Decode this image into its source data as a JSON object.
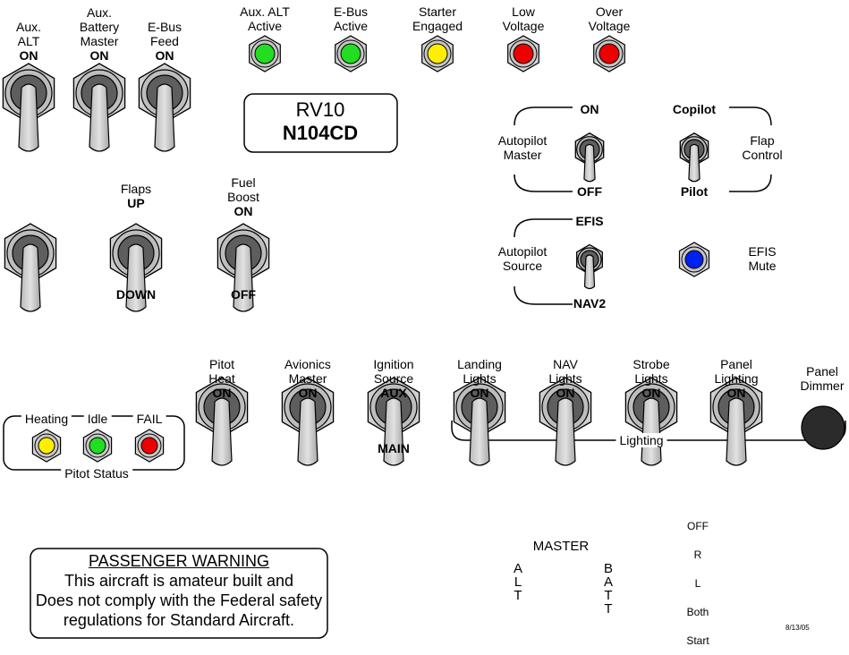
{
  "top_switches": [
    {
      "lines": [
        "Aux.",
        "ALT"
      ],
      "state": "ON"
    },
    {
      "lines": [
        "Aux.",
        "Battery",
        "Master"
      ],
      "state": "ON"
    },
    {
      "lines": [
        "E-Bus",
        "Feed"
      ],
      "state": "ON"
    }
  ],
  "indicators": [
    {
      "lines": [
        "Aux. ALT",
        "Active"
      ],
      "color": "#22dd22"
    },
    {
      "lines": [
        "E-Bus",
        "Active"
      ],
      "color": "#22dd22"
    },
    {
      "lines": [
        "Starter",
        "Engaged"
      ],
      "color": "#ffee00"
    },
    {
      "lines": [
        "Low",
        "Voltage"
      ],
      "color": "#ee0000"
    },
    {
      "lines": [
        "Over",
        "Voltage"
      ],
      "color": "#ee0000"
    }
  ],
  "placard": {
    "model": "RV10",
    "registration": "N104CD"
  },
  "flaps": {
    "lines": [
      "Flaps"
    ],
    "up": "UP",
    "down": "DOWN"
  },
  "fuel_boost": {
    "lines": [
      "Fuel",
      "Boost"
    ],
    "on": "ON",
    "off": "OFF"
  },
  "autopilot_master": {
    "lines": [
      "Autopilot",
      "Master"
    ],
    "on": "ON",
    "off": "OFF"
  },
  "flap_control": {
    "lines": [
      "Flap",
      "Control"
    ],
    "up": "Copilot",
    "down": "Pilot"
  },
  "autopilot_source": {
    "lines": [
      "Autopilot",
      "Source"
    ],
    "up": "EFIS",
    "down": "NAV2"
  },
  "efis_mute": {
    "lines": [
      "EFIS",
      "Mute"
    ],
    "color": "#0022ee"
  },
  "pitot_status": {
    "title": "Pitot Status",
    "lights": [
      {
        "label": "Heating",
        "color": "#ffee00"
      },
      {
        "label": "Idle",
        "color": "#22dd22"
      },
      {
        "label": "FAIL",
        "color": "#ee0000"
      }
    ]
  },
  "bottom_switches": [
    {
      "lines": [
        "Pitot",
        "Heat"
      ],
      "state": "ON",
      "off": ""
    },
    {
      "lines": [
        "Avionics",
        "Master"
      ],
      "state": "ON",
      "off": ""
    },
    {
      "lines": [
        "Ignition",
        "Source"
      ],
      "state": "AUX",
      "off": "MAIN"
    },
    {
      "lines": [
        "Landing",
        "Lights"
      ],
      "state": "ON",
      "off": ""
    },
    {
      "lines": [
        "NAV",
        "Lights"
      ],
      "state": "ON",
      "off": ""
    },
    {
      "lines": [
        "Strobe",
        "Lights"
      ],
      "state": "ON",
      "off": ""
    },
    {
      "lines": [
        "Panel",
        "Lighting"
      ],
      "state": "ON",
      "off": ""
    }
  ],
  "panel_dimmer": {
    "lines": [
      "Panel",
      "Dimmer"
    ]
  },
  "lighting_group": {
    "label": "Lighting"
  },
  "warning": {
    "title": "PASSENGER WARNING",
    "lines": [
      "This aircraft is amateur built and",
      "Does not comply with the Federal safety",
      "regulations for Standard Aircraft."
    ]
  },
  "master_key": {
    "title": "MASTER",
    "left_letters": [
      "A",
      "L",
      "T"
    ],
    "right_letters": [
      "B",
      "A",
      "T",
      "T"
    ],
    "positions": [
      "OFF",
      "R",
      "L",
      "Both",
      "Start"
    ]
  },
  "date": "8/13/05"
}
